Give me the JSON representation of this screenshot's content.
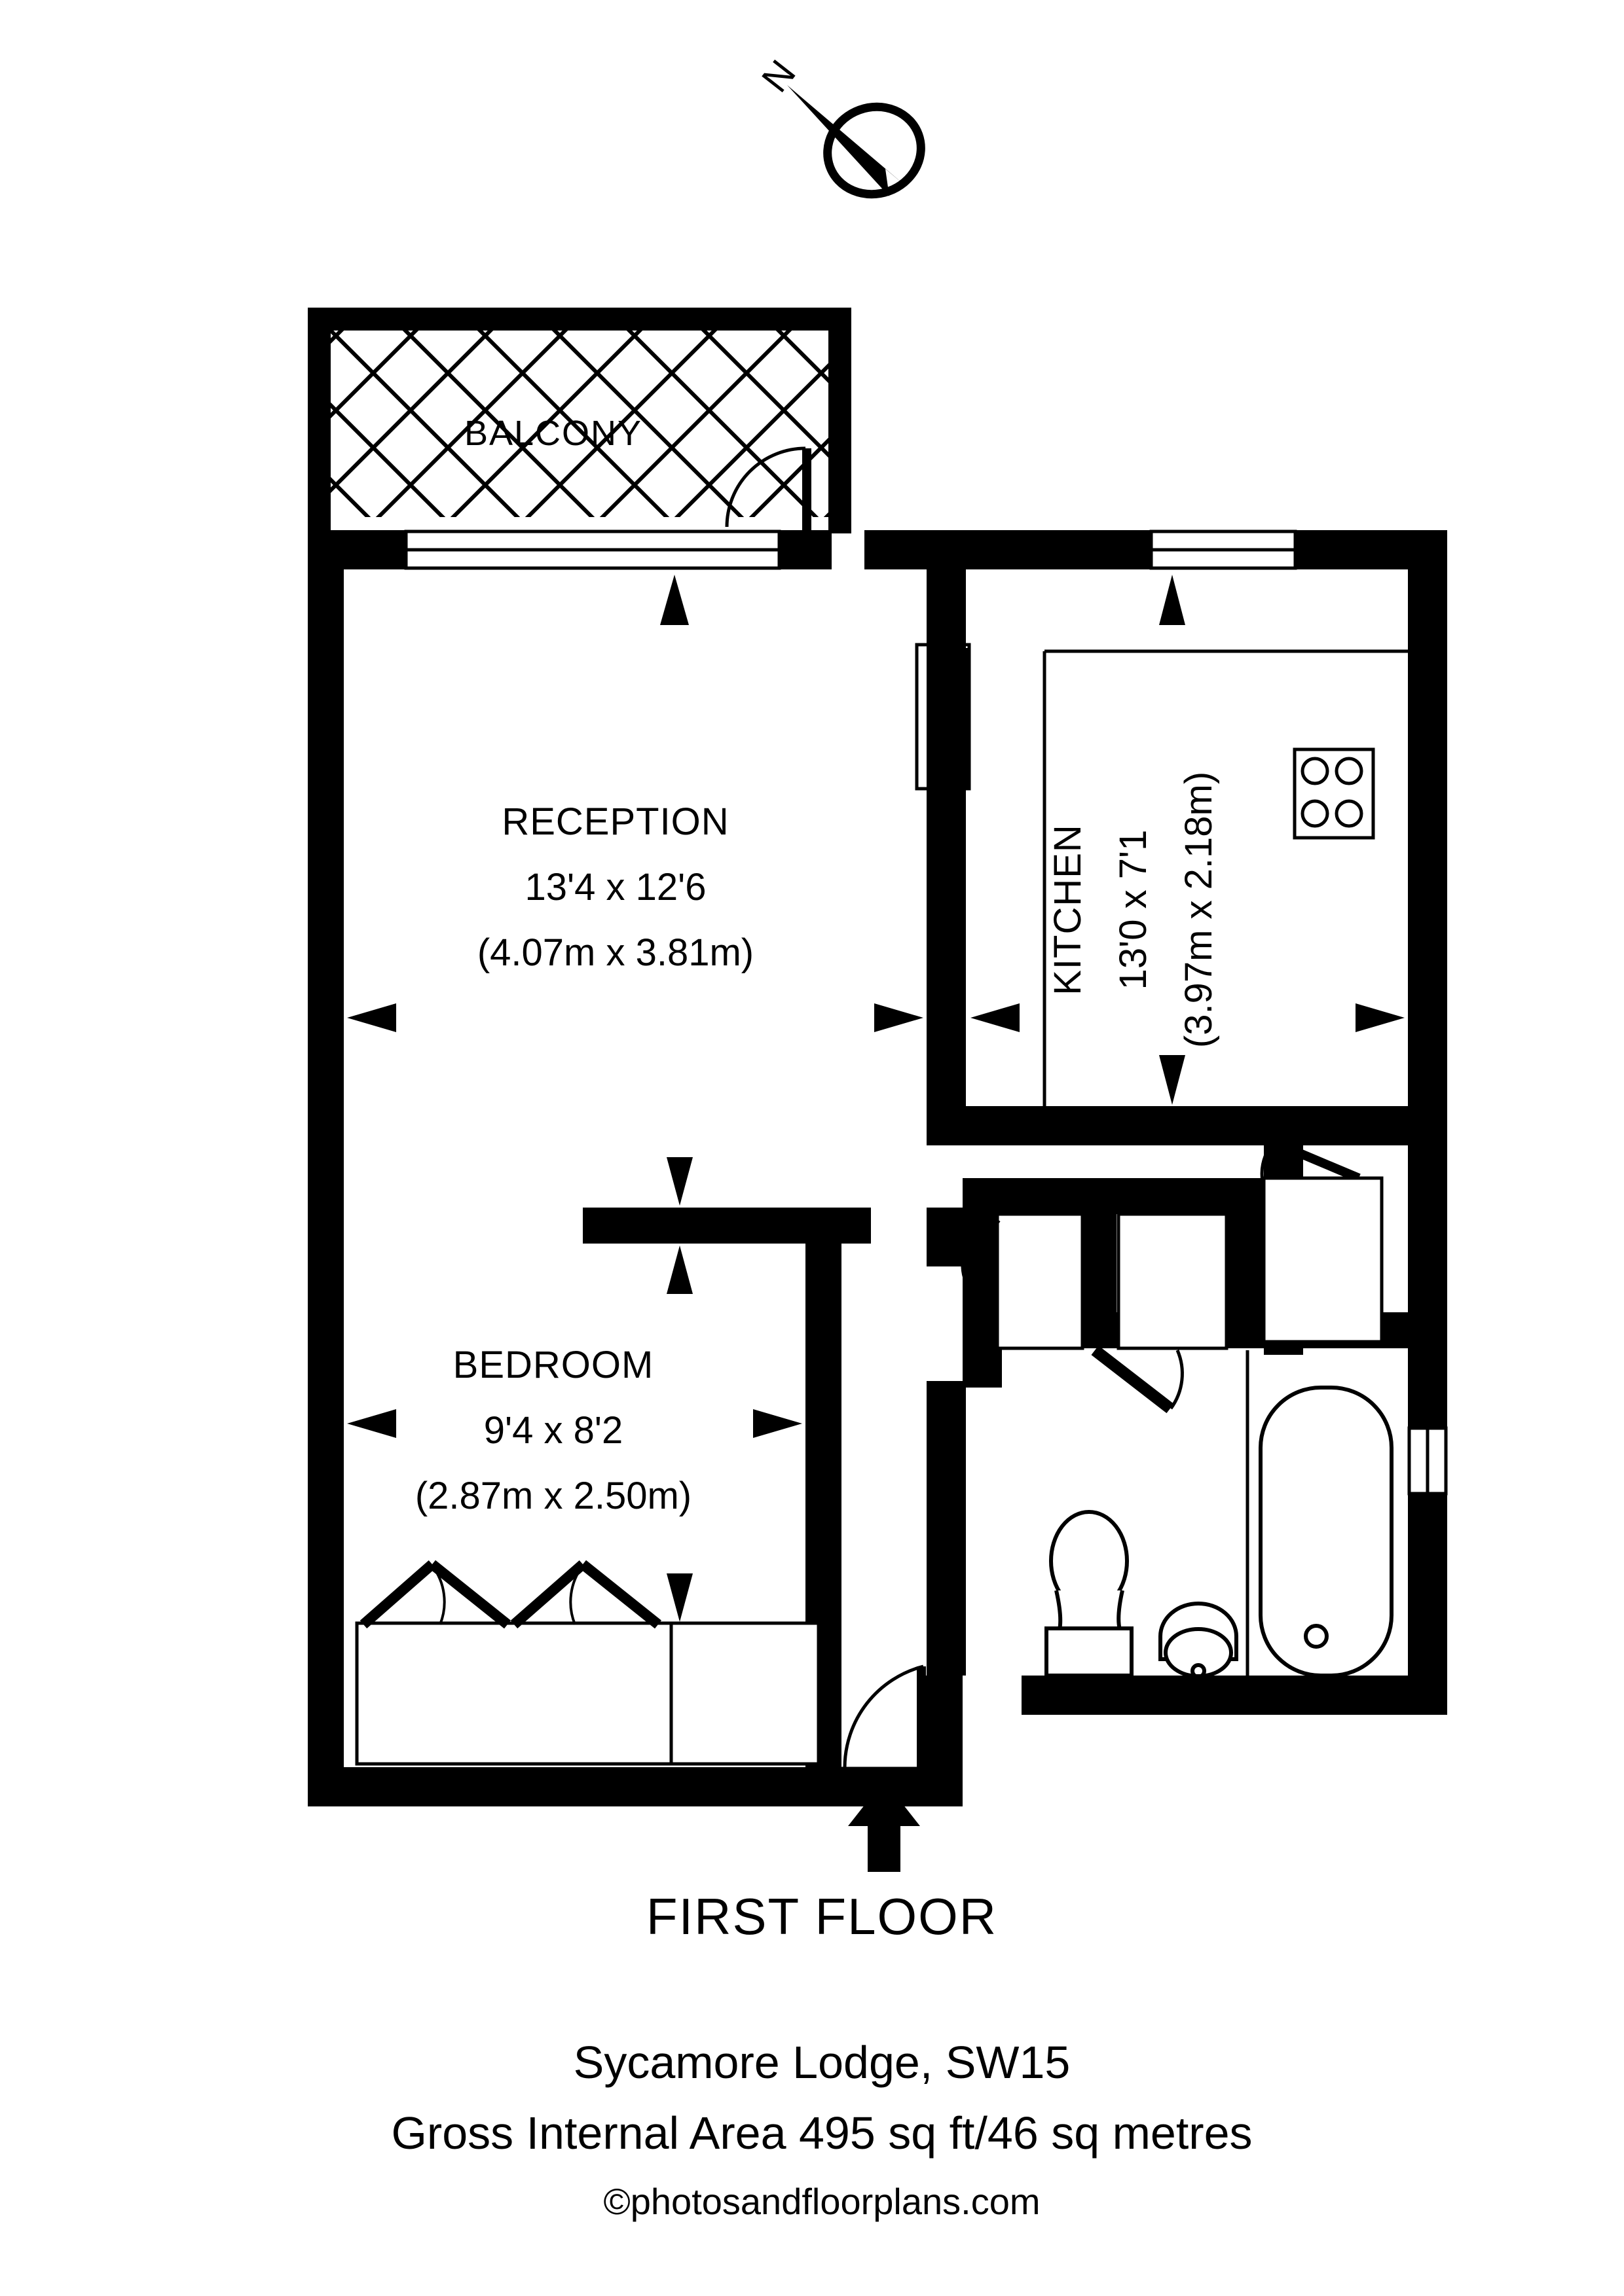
{
  "document": {
    "type": "floor-plan",
    "floor_label": "FIRST FLOOR",
    "address": "Sycamore Lodge, SW15",
    "area_line": "Gross Internal Area 495 sq ft/46 sq metres",
    "credit": "©photosandfloorplans.com"
  },
  "compass": {
    "label": "N",
    "name": "north-arrow"
  },
  "rooms": [
    {
      "key": "balcony",
      "name": "BALCONY",
      "dim_imperial": "",
      "dim_metric": "",
      "hatched": true
    },
    {
      "key": "reception",
      "name": "RECEPTION",
      "dim_imperial": "13'4 x 12'6",
      "dim_metric": "(4.07m x 3.81m)",
      "hatched": false
    },
    {
      "key": "kitchen",
      "name": "KITCHEN",
      "dim_imperial": "13'0 x 7'1",
      "dim_metric": "(3.97m x 2.18m)",
      "hatched": false
    },
    {
      "key": "bedroom",
      "name": "BEDROOM",
      "dim_imperial": "9'4 x 8'2",
      "dim_metric": "(2.87m x 2.50m)",
      "hatched": false
    }
  ],
  "fixtures": {
    "hob": "hob-4-burner",
    "bath": "bath",
    "toilet": "wc",
    "basin": "wash-basin",
    "wardrobe": "bi-fold-wardrobe",
    "entrance_arrow": "entrance-direction-arrow"
  },
  "colors": {
    "wall": "#000000",
    "background": "#ffffff",
    "line": "#000000"
  }
}
